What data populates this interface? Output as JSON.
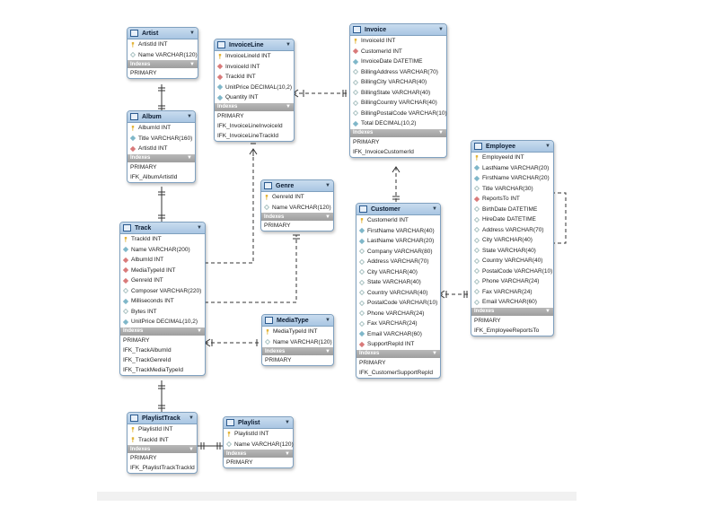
{
  "tables": [
    {
      "name": "Artist",
      "columns": [
        {
          "text": "ArtistId INT",
          "kind": "pk"
        },
        {
          "text": "Name VARCHAR(120)",
          "kind": "nullable"
        }
      ],
      "indexes_label": "Indexes",
      "indexes": [
        "PRIMARY"
      ]
    },
    {
      "name": "Album",
      "columns": [
        {
          "text": "AlbumId INT",
          "kind": "pk"
        },
        {
          "text": "Title VARCHAR(160)",
          "kind": "required"
        },
        {
          "text": "ArtistId INT",
          "kind": "fk"
        }
      ],
      "indexes_label": "Indexes",
      "indexes": [
        "PRIMARY",
        "IFK_AlbumArtistId"
      ]
    },
    {
      "name": "Track",
      "columns": [
        {
          "text": "TrackId INT",
          "kind": "pk"
        },
        {
          "text": "Name VARCHAR(200)",
          "kind": "required"
        },
        {
          "text": "AlbumId INT",
          "kind": "fk"
        },
        {
          "text": "MediaTypeId INT",
          "kind": "fk"
        },
        {
          "text": "GenreId INT",
          "kind": "fk"
        },
        {
          "text": "Composer VARCHAR(220)",
          "kind": "nullable"
        },
        {
          "text": "Milliseconds INT",
          "kind": "required"
        },
        {
          "text": "Bytes INT",
          "kind": "nullable"
        },
        {
          "text": "UnitPrice DECIMAL(10,2)",
          "kind": "required"
        }
      ],
      "indexes_label": "Indexes",
      "indexes": [
        "PRIMARY",
        "IFK_TrackAlbumId",
        "IFK_TrackGenreId",
        "IFK_TrackMediaTypeId"
      ]
    },
    {
      "name": "PlaylistTrack",
      "columns": [
        {
          "text": "PlaylistId INT",
          "kind": "pk"
        },
        {
          "text": "TrackId INT",
          "kind": "pk"
        }
      ],
      "indexes_label": "Indexes",
      "indexes": [
        "PRIMARY",
        "IFK_PlaylistTrackTrackId"
      ]
    },
    {
      "name": "Playlist",
      "columns": [
        {
          "text": "PlaylistId INT",
          "kind": "pk"
        },
        {
          "text": "Name VARCHAR(120)",
          "kind": "nullable"
        }
      ],
      "indexes_label": "Indexes",
      "indexes": [
        "PRIMARY"
      ]
    },
    {
      "name": "InvoiceLine",
      "columns": [
        {
          "text": "InvoiceLineId INT",
          "kind": "pk"
        },
        {
          "text": "InvoiceId INT",
          "kind": "fk"
        },
        {
          "text": "TrackId INT",
          "kind": "fk"
        },
        {
          "text": "UnitPrice DECIMAL(10,2)",
          "kind": "required"
        },
        {
          "text": "Quantity INT",
          "kind": "required"
        }
      ],
      "indexes_label": "Indexes",
      "indexes": [
        "PRIMARY",
        "IFK_InvoiceLineInvoiceId",
        "IFK_InvoiceLineTrackId"
      ]
    },
    {
      "name": "Genre",
      "columns": [
        {
          "text": "GenreId INT",
          "kind": "pk"
        },
        {
          "text": "Name VARCHAR(120)",
          "kind": "nullable"
        }
      ],
      "indexes_label": "Indexes",
      "indexes": [
        "PRIMARY"
      ]
    },
    {
      "name": "MediaType",
      "columns": [
        {
          "text": "MediaTypeId INT",
          "kind": "pk"
        },
        {
          "text": "Name VARCHAR(120)",
          "kind": "nullable"
        }
      ],
      "indexes_label": "Indexes",
      "indexes": [
        "PRIMARY"
      ]
    },
    {
      "name": "Invoice",
      "columns": [
        {
          "text": "InvoiceId INT",
          "kind": "pk"
        },
        {
          "text": "CustomerId INT",
          "kind": "fk"
        },
        {
          "text": "InvoiceDate DATETIME",
          "kind": "required"
        },
        {
          "text": "BillingAddress VARCHAR(70)",
          "kind": "nullable"
        },
        {
          "text": "BillingCity VARCHAR(40)",
          "kind": "nullable"
        },
        {
          "text": "BillingState VARCHAR(40)",
          "kind": "nullable"
        },
        {
          "text": "BillingCountry VARCHAR(40)",
          "kind": "nullable"
        },
        {
          "text": "BillingPostalCode VARCHAR(10)",
          "kind": "nullable"
        },
        {
          "text": "Total DECIMAL(10,2)",
          "kind": "required"
        }
      ],
      "indexes_label": "Indexes",
      "indexes": [
        "PRIMARY",
        "IFK_InvoiceCustomerId"
      ]
    },
    {
      "name": "Customer",
      "columns": [
        {
          "text": "CustomerId INT",
          "kind": "pk"
        },
        {
          "text": "FirstName VARCHAR(40)",
          "kind": "required"
        },
        {
          "text": "LastName VARCHAR(20)",
          "kind": "required"
        },
        {
          "text": "Company VARCHAR(80)",
          "kind": "nullable"
        },
        {
          "text": "Address VARCHAR(70)",
          "kind": "nullable"
        },
        {
          "text": "City VARCHAR(40)",
          "kind": "nullable"
        },
        {
          "text": "State VARCHAR(40)",
          "kind": "nullable"
        },
        {
          "text": "Country VARCHAR(40)",
          "kind": "nullable"
        },
        {
          "text": "PostalCode VARCHAR(10)",
          "kind": "nullable"
        },
        {
          "text": "Phone VARCHAR(24)",
          "kind": "nullable"
        },
        {
          "text": "Fax VARCHAR(24)",
          "kind": "nullable"
        },
        {
          "text": "Email VARCHAR(60)",
          "kind": "required"
        },
        {
          "text": "SupportRepId INT",
          "kind": "fk"
        }
      ],
      "indexes_label": "Indexes",
      "indexes": [
        "PRIMARY",
        "IFK_CustomerSupportRepId"
      ]
    },
    {
      "name": "Employee",
      "columns": [
        {
          "text": "EmployeeId INT",
          "kind": "pk"
        },
        {
          "text": "LastName VARCHAR(20)",
          "kind": "required"
        },
        {
          "text": "FirstName VARCHAR(20)",
          "kind": "required"
        },
        {
          "text": "Title VARCHAR(30)",
          "kind": "nullable"
        },
        {
          "text": "ReportsTo INT",
          "kind": "fk"
        },
        {
          "text": "BirthDate DATETIME",
          "kind": "nullable"
        },
        {
          "text": "HireDate DATETIME",
          "kind": "nullable"
        },
        {
          "text": "Address VARCHAR(70)",
          "kind": "nullable"
        },
        {
          "text": "City VARCHAR(40)",
          "kind": "nullable"
        },
        {
          "text": "State VARCHAR(40)",
          "kind": "nullable"
        },
        {
          "text": "Country VARCHAR(40)",
          "kind": "nullable"
        },
        {
          "text": "PostalCode VARCHAR(10)",
          "kind": "nullable"
        },
        {
          "text": "Phone VARCHAR(24)",
          "kind": "nullable"
        },
        {
          "text": "Fax VARCHAR(24)",
          "kind": "nullable"
        },
        {
          "text": "Email VARCHAR(60)",
          "kind": "nullable"
        }
      ],
      "indexes_label": "Indexes",
      "indexes": [
        "PRIMARY",
        "IFK_EmployeeReportsTo"
      ]
    }
  ]
}
